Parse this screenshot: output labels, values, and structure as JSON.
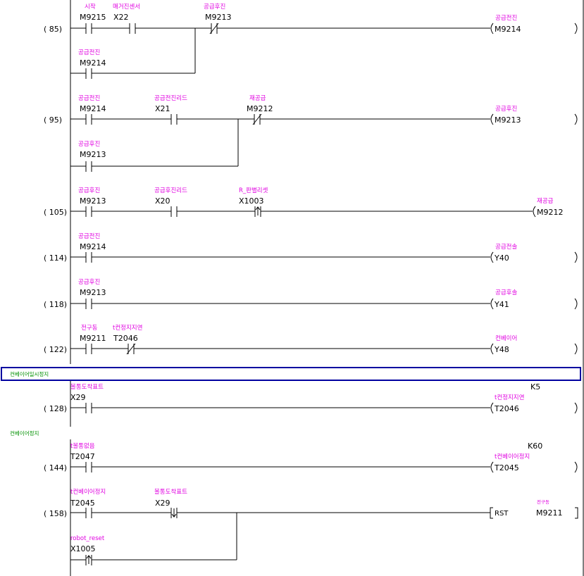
{
  "rungs": [
    {
      "step": "(   85)",
      "contacts": [
        {
          "device": "M9215",
          "comment": "시작"
        },
        {
          "device": "X22",
          "comment": "매거진센서"
        },
        {
          "device": "M9213",
          "comment": "공급후진"
        },
        {
          "device": "M9214",
          "comment": "공급전진"
        }
      ],
      "coil": {
        "device": "M9214",
        "comment": "공급전진"
      }
    },
    {
      "step": "(   95)",
      "contacts": [
        {
          "device": "M9214",
          "comment": "공급전진"
        },
        {
          "device": "X21",
          "comment": "공급전진리드"
        },
        {
          "device": "M9212",
          "comment": "재공급"
        },
        {
          "device": "M9213",
          "comment": "공급후진"
        }
      ],
      "coil": {
        "device": "M9213",
        "comment": "공급후진"
      }
    },
    {
      "step": "(  105)",
      "contacts": [
        {
          "device": "M9213",
          "comment": "공급후진"
        },
        {
          "device": "X20",
          "comment": "공급후진리드"
        },
        {
          "device": "X1003",
          "comment": "R_판별리셋"
        }
      ],
      "coil": {
        "device": "M9212",
        "comment": "재공급"
      }
    },
    {
      "step": "(  114)",
      "contacts": [
        {
          "device": "M9214",
          "comment": "공급전진"
        }
      ],
      "coil": {
        "device": "Y40",
        "comment": "공급전솔"
      }
    },
    {
      "step": "(  118)",
      "contacts": [
        {
          "device": "M9213",
          "comment": "공급후진"
        }
      ],
      "coil": {
        "device": "Y41",
        "comment": "공급후솔"
      }
    },
    {
      "step": "(  122)",
      "contacts": [
        {
          "device": "M9211",
          "comment": "전구동"
        },
        {
          "device": "T2046",
          "comment": "t컨정지지연"
        }
      ],
      "coil": {
        "device": "Y48",
        "comment": "컨베이어"
      }
    },
    {
      "step": "(  128)",
      "contacts": [
        {
          "device": "X29",
          "comment": "볼통도착표트"
        }
      ],
      "coil": {
        "device": "T2046",
        "comment": "t컨정지지연",
        "constant": "K5"
      }
    },
    {
      "step": "(  144)",
      "contacts": [
        {
          "device": "T2047",
          "comment": "t볼통없음"
        }
      ],
      "coil": {
        "device": "T2045",
        "comment": "t컨베이어정지",
        "constant": "K60"
      }
    },
    {
      "step": "(  158)",
      "contacts": [
        {
          "device": "T2045",
          "comment": "t컨베이어정지"
        },
        {
          "device": "X29",
          "comment": "볼통도착표트"
        },
        {
          "device": "X1005",
          "comment": "robot_reset"
        }
      ],
      "instruction": {
        "op": "RST",
        "device": "M9211",
        "comment": "전구동"
      }
    }
  ],
  "statements": {
    "conveyor_pause": "컨베이어일시정지",
    "conveyor_stop": "컨베이어정지"
  },
  "colors": {
    "line": "#000000",
    "comment": "#e000e0",
    "statement": "#009000",
    "selection_border": "#0000a0"
  }
}
